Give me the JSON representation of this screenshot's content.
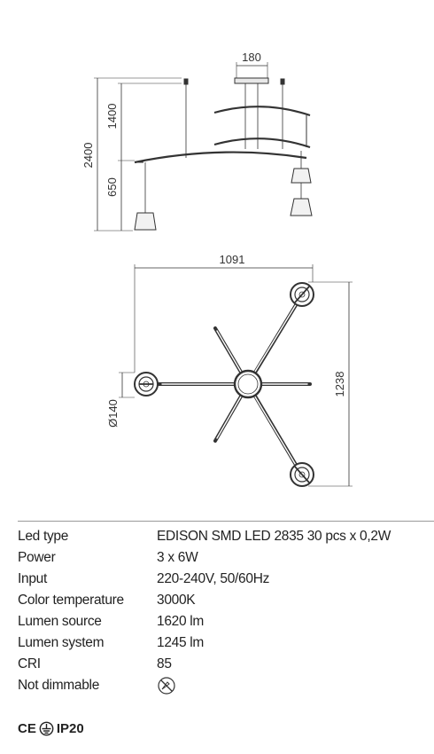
{
  "dimensions": {
    "top_width": "180",
    "cable_length": "1400",
    "total_height": "2400",
    "lower_height": "650",
    "plan_width": "1091",
    "plan_depth": "1238",
    "shade_diameter": "Ø140"
  },
  "specs": [
    {
      "label": "Led type",
      "value": "EDISON SMD LED 2835 30 pcs x 0,2W"
    },
    {
      "label": "Power",
      "value": "3 x 6W"
    },
    {
      "label": "Input",
      "value": "220-240V, 50/60Hz"
    },
    {
      "label": "Color temperature",
      "value": "3000K"
    },
    {
      "label": "Lumen source",
      "value": "1620 lm"
    },
    {
      "label": "Lumen system",
      "value": "1245 lm"
    },
    {
      "label": "CRI",
      "value": "85"
    },
    {
      "label": "Not dimmable",
      "value": ""
    }
  ],
  "icons": {
    "not_dimmable": "not-dimmable-icon",
    "ce": "ce-mark-icon",
    "ground": "earth-ground-icon"
  },
  "certification": {
    "ce": "CE",
    "ip_rating": "IP20"
  }
}
